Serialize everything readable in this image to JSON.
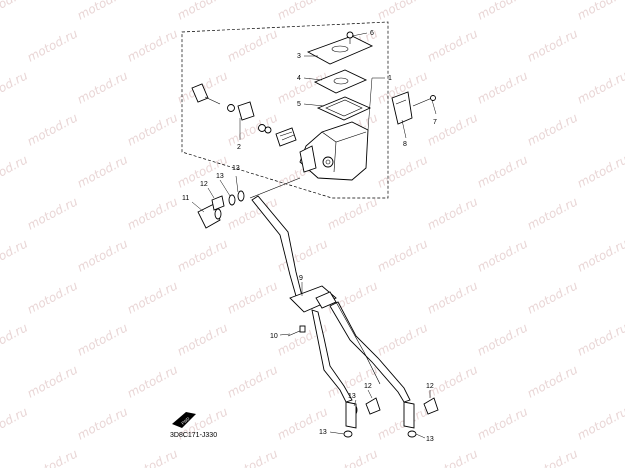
{
  "watermark": {
    "text": "motod.ru"
  },
  "diagram_code": "3D8C171-J330",
  "front_marker": {
    "text": "FWD"
  },
  "callouts": [
    {
      "id": "c1",
      "label": "1"
    },
    {
      "id": "c2",
      "label": "2"
    },
    {
      "id": "c3",
      "label": "3"
    },
    {
      "id": "c4",
      "label": "4"
    },
    {
      "id": "c5",
      "label": "5"
    },
    {
      "id": "c6",
      "label": "6"
    },
    {
      "id": "c7",
      "label": "7"
    },
    {
      "id": "c8",
      "label": "8"
    },
    {
      "id": "c9",
      "label": "9"
    },
    {
      "id": "c10",
      "label": "10"
    },
    {
      "id": "c11",
      "label": "11"
    },
    {
      "id": "c12a",
      "label": "12"
    },
    {
      "id": "c12b",
      "label": "12"
    },
    {
      "id": "c12c",
      "label": "12"
    },
    {
      "id": "c13a",
      "label": "13"
    },
    {
      "id": "c13b",
      "label": "13"
    },
    {
      "id": "c13c",
      "label": "13"
    },
    {
      "id": "c13d",
      "label": "13"
    },
    {
      "id": "c13e",
      "label": "13"
    }
  ]
}
